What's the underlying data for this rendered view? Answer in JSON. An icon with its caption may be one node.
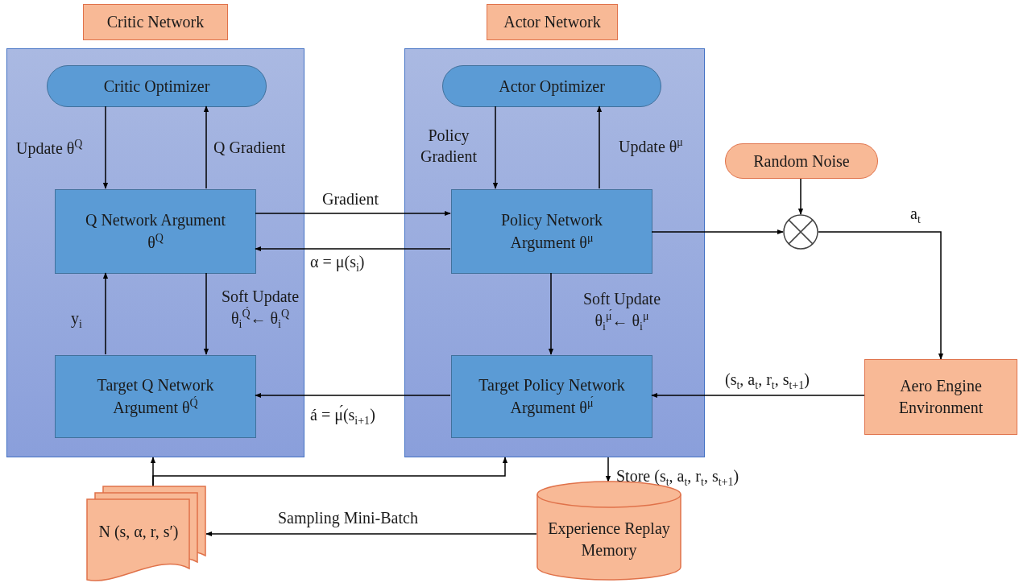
{
  "diagram": {
    "nodes": [
      {
        "text": [
          "Critic Network"
        ]
      },
      {
        "text": [],
        "shape": "box"
      },
      {
        "text": [
          "Critic Optimizer"
        ],
        "in": 1
      },
      {
        "text": [
          "Q Network Argument θ$^{Q}$"
        ],
        "in": 1
      },
      {
        "text": [
          "Target Q Network Argument θ$^{Q́}$"
        ],
        "in": 1
      },
      {
        "text": [
          "Actor Network"
        ]
      },
      {
        "text": [],
        "shape": "box"
      },
      {
        "text": [
          "Actor Optimizer"
        ],
        "in": 6
      },
      {
        "text": [
          "Policy Network Argument θ$^{μ}$"
        ],
        "in": 6
      },
      {
        "text": [
          "Target Policy Network Argument θ$^{μ́}$"
        ],
        "in": 6
      },
      {
        "text": [
          "Random Noise"
        ]
      },
      {
        "text": [],
        "shape": "circle"
      },
      {
        "text": [
          "Aero Engine Environment"
        ]
      },
      {
        "text": [
          "Experience Replay Memory"
        ]
      },
      {
        "text": [
          "N (s, α, r, s′)"
        ]
      }
    ],
    "edges": [
      {
        "from": 2,
        "to": 3,
        "arrow": "to",
        "label": "Update θ$^{Q}$"
      },
      {
        "from": 3,
        "to": 2,
        "arrow": "to",
        "label": "Q Gradient"
      },
      {
        "from": 3,
        "to": 8,
        "arrow": "to",
        "label": "Gradient"
      },
      {
        "from": 8,
        "to": 3,
        "arrow": "to",
        "label": "α = μ(s$_{i}$)"
      },
      {
        "from": 4,
        "to": 3,
        "arrow": "to",
        "label": "y$_{i}$"
      },
      {
        "from": 3,
        "to": 4,
        "arrow": "to",
        "label": "Soft Update θ$_{i}$$^{Q́}$← θ$_{i}$$^{Q}$"
      },
      {
        "from": 7,
        "to": 8,
        "arrow": "to",
        "label": "Policy Gradient"
      },
      {
        "from": 8,
        "to": 7,
        "arrow": "to",
        "label": "Update θ$^{μ}$"
      },
      {
        "from": 8,
        "to": 9,
        "arrow": "to",
        "label": "Soft Update θ$_{i}$$^{μ́}$← θ$_{i}$$^{μ}$"
      },
      {
        "from": 9,
        "to": 4,
        "arrow": "to",
        "label": "á = μ́(s$_{i+1}$)"
      },
      {
        "from": 12,
        "to": 9,
        "arrow": "to",
        "label": "(s$_{t}$, a$_{t}$, r$_{t}$, s$_{t+1}$)"
      },
      {
        "from": 10,
        "to": 11,
        "arrow": "to"
      },
      {
        "from": 8,
        "to": 11,
        "arrow": "to"
      },
      {
        "from": 11,
        "to": 12,
        "arrow": "to",
        "label": "a$_{t}$"
      },
      {
        "from": 6,
        "to": 13,
        "arrow": "to",
        "label": "Store (s$_{t}$, a$_{t}$, r$_{t}$, s$_{t+1}$)"
      },
      {
        "from": 13,
        "to": 14,
        "arrow": "to",
        "label": "Sampling Mini-Batch"
      },
      {
        "from": 14,
        "to": 1,
        "arrow": "to"
      },
      {
        "from": 14,
        "to": 6,
        "arrow": "to"
      }
    ]
  }
}
